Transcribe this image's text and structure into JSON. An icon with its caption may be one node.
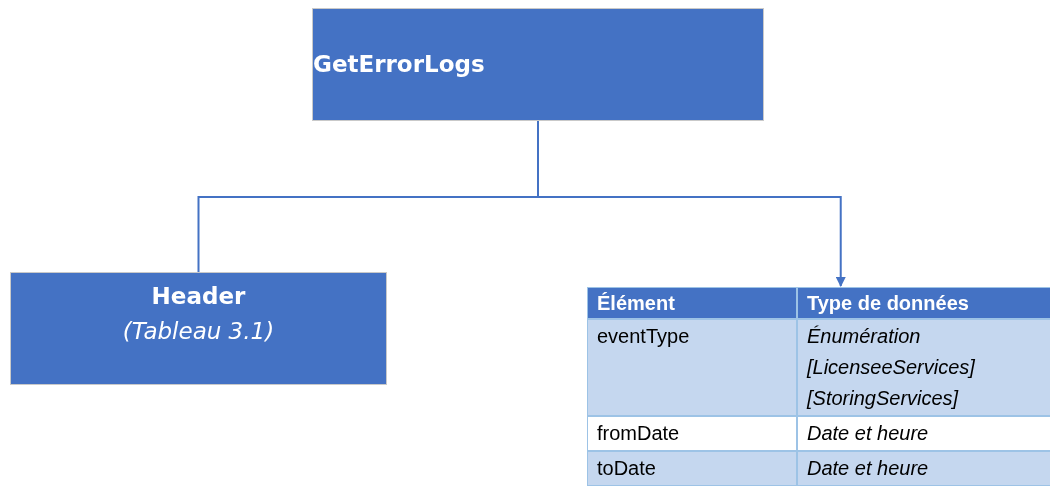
{
  "diagram": {
    "nodes": [
      {
        "text": [
          "GetErrorLogs"
        ]
      },
      {
        "text": [
          "Header",
          "(Tableau 3.1)"
        ]
      },
      {
        "text": [
          "Élément",
          "Type de données",
          "eventType",
          "Énumération [LicenseeServices] [StoringServices]",
          "fromDate",
          "Date et heure",
          "toDate",
          "Date et heure"
        ]
      }
    ],
    "edges": [
      {
        "from": 0,
        "to": 1,
        "arrow": "none"
      },
      {
        "from": 0,
        "to": 2,
        "arrow": "to"
      }
    ]
  }
}
